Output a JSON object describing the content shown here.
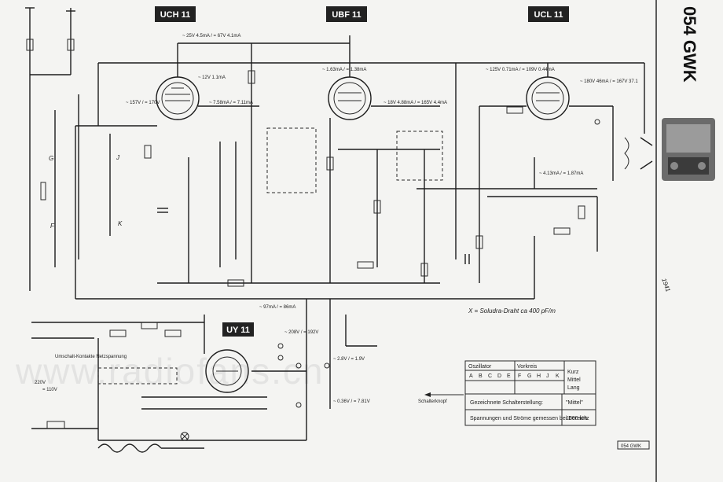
{
  "tubes": {
    "uch": "UCH 11",
    "ubf": "UBF 11",
    "ucl": "UCL 11",
    "uy": "UY 11"
  },
  "model": {
    "title": "054 GWK",
    "year": "1941",
    "box_code": "054 GWK"
  },
  "notes": {
    "wire": "X = Soludra-Draht ca 400 pF/m",
    "switch": "Schalterknopf",
    "mains": "220V",
    "mains_minus": "= 110V",
    "rf_label": "Oszillator",
    "fb_label": "Vorkreis",
    "rk": "Umschalt-Kontakte Netzspannung"
  },
  "table": {
    "col_osc": "Oszillator",
    "col_vor": "Vorkreis",
    "letters": [
      "A",
      "B",
      "C",
      "D",
      "E",
      "F",
      "G",
      "H",
      "J",
      "K"
    ],
    "bands": [
      "Kurz",
      "Mittel",
      "Lang"
    ],
    "row1_left": "Gezeichnete Schalterstellung:",
    "row1_right": "\"Mittel\"",
    "row2_left": "Spannungen und Ströme gemessen bei Bereich:",
    "row2_right": "1000 kHz"
  },
  "readings": {
    "uch_top": "~ 25V 4.5mA / = 67V 4.1mA",
    "ubf_top": "~ 1.63mA / = 1.38mA",
    "ucl_top": "~ 125V 0.71mA / = 109V 0.44mA",
    "uch_anode": "~ 12V 1.1mA",
    "uch_left": "~ 157V / = 170V",
    "uch_right": "~ 7.58mA / = 7.11mA",
    "ubf_right": "~ 18V 4.88mA / = 165V 4.4mA",
    "ucl_right": "~ 180V 46mA / = 167V 37.1",
    "ucl_cath": "~ 4.13mA / = 1.87mA",
    "uy_left": "~ 97mA / = 86mA",
    "vr1": "~ 208V / = 192V",
    "vr2": "~ 2.8V / = 1.9V",
    "vr3": "~ 0.36V / = 7.81V"
  },
  "labels": {
    "G": "G",
    "J": "J",
    "F": "F",
    "K": "K",
    "X": "X"
  }
}
